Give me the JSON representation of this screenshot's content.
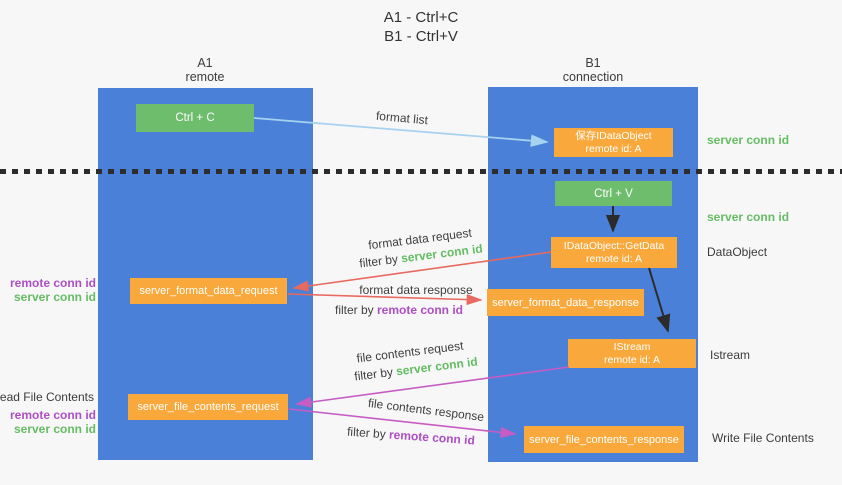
{
  "title": {
    "line1": "A1 - Ctrl+C",
    "line2": "B1 - Ctrl+V"
  },
  "columns": {
    "left": {
      "name": "A1",
      "subtitle": "remote"
    },
    "right": {
      "name": "B1",
      "subtitle": "connection"
    }
  },
  "boxes": {
    "ctrl_c": {
      "label": "Ctrl + C"
    },
    "ctrl_v": {
      "label": "Ctrl + V"
    },
    "save_idataobject": {
      "line1": "保存IDataObject",
      "line2": "remote id: A"
    },
    "idataobject_getdata": {
      "line1": "IDataObject::GetData",
      "line2": "remote id: A"
    },
    "istream": {
      "line1": "IStream",
      "line2": "remote id: A"
    },
    "server_format_data_request": {
      "label": "server_format_data_request"
    },
    "server_format_data_response": {
      "label": "server_format_data_response"
    },
    "server_file_contents_request": {
      "label": "server_file_contents_request"
    },
    "server_file_contents_response": {
      "label": "server_file_contents_response"
    }
  },
  "arrow_labels": {
    "format_list": "format list",
    "format_data_request": "format data request",
    "format_data_response": "format data response",
    "file_contents_request": "file contents request",
    "file_contents_response": "file contents response",
    "filter_by": "filter by ",
    "server_conn_id": "server conn id",
    "remote_conn_id": "remote conn id"
  },
  "side_labels": {
    "server_conn_id_top": "server conn id",
    "server_conn_id_mid": "server conn id",
    "dataobject": "DataObject",
    "istream": "Istream",
    "write_file_contents": "Write File Contents",
    "read_file_contents": "Read File Contents",
    "remote_conn_id": "remote conn id",
    "server_conn_id": "server conn id"
  },
  "colors": {
    "column_blue": "#4a80d8",
    "box_green": "#6dbd6d",
    "box_orange": "#f9a83c",
    "arrow_blue": "#a5d2ef",
    "arrow_red": "#e8695f",
    "arrow_magenta": "#c85cc5",
    "arrow_black": "#2b2b2b",
    "label_green": "#65bd63",
    "label_purple": "#ad4fc4"
  }
}
